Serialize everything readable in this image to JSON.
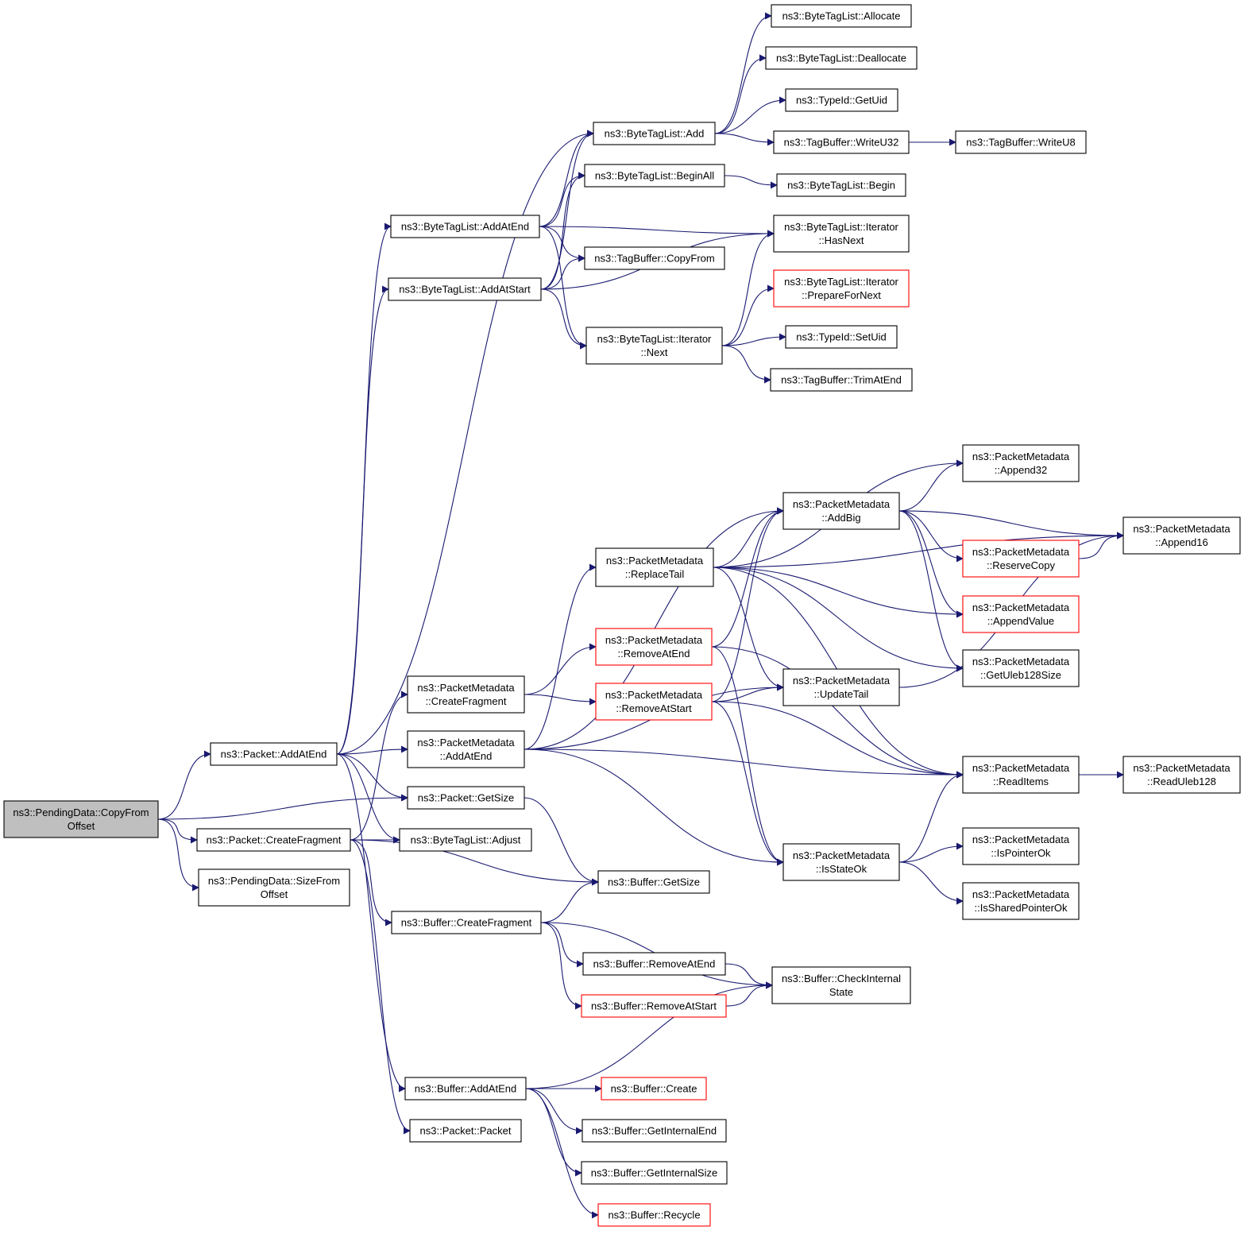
{
  "colors": {
    "edge": "#191970",
    "node_border": "#000000",
    "node_border_incomplete": "#ff0000",
    "root_fill": "#bfbfbf",
    "node_fill": "#ffffff"
  },
  "nodes": [
    {
      "id": "pd_copyfrom",
      "lines": [
        "ns3::PendingData::CopyFrom",
        "Offset"
      ],
      "kind": "root"
    },
    {
      "id": "pkt_addatend",
      "lines": [
        "ns3::Packet::AddAtEnd"
      ],
      "kind": "normal"
    },
    {
      "id": "pkt_createfrag",
      "lines": [
        "ns3::Packet::CreateFragment"
      ],
      "kind": "normal"
    },
    {
      "id": "pd_sizefrom",
      "lines": [
        "ns3::PendingData::SizeFrom",
        "Offset"
      ],
      "kind": "normal"
    },
    {
      "id": "btl_addatend",
      "lines": [
        "ns3::ByteTagList::AddAtEnd"
      ],
      "kind": "normal"
    },
    {
      "id": "btl_addatstart",
      "lines": [
        "ns3::ByteTagList::AddAtStart"
      ],
      "kind": "normal"
    },
    {
      "id": "pm_createfrag",
      "lines": [
        "ns3::PacketMetadata",
        "::CreateFragment"
      ],
      "kind": "normal"
    },
    {
      "id": "pm_addatend",
      "lines": [
        "ns3::PacketMetadata",
        "::AddAtEnd"
      ],
      "kind": "normal"
    },
    {
      "id": "pkt_getsize",
      "lines": [
        "ns3::Packet::GetSize"
      ],
      "kind": "normal"
    },
    {
      "id": "btl_adjust",
      "lines": [
        "ns3::ByteTagList::Adjust"
      ],
      "kind": "normal"
    },
    {
      "id": "buf_createfrag",
      "lines": [
        "ns3::Buffer::CreateFragment"
      ],
      "kind": "normal"
    },
    {
      "id": "buf_addatend",
      "lines": [
        "ns3::Buffer::AddAtEnd"
      ],
      "kind": "normal"
    },
    {
      "id": "pkt_packet",
      "lines": [
        "ns3::Packet::Packet"
      ],
      "kind": "normal"
    },
    {
      "id": "btl_add",
      "lines": [
        "ns3::ByteTagList::Add"
      ],
      "kind": "normal"
    },
    {
      "id": "btl_beginall",
      "lines": [
        "ns3::ByteTagList::BeginAll"
      ],
      "kind": "normal"
    },
    {
      "id": "tb_copyfrom",
      "lines": [
        "ns3::TagBuffer::CopyFrom"
      ],
      "kind": "normal"
    },
    {
      "id": "btli_next",
      "lines": [
        "ns3::ByteTagList::Iterator",
        "::Next"
      ],
      "kind": "normal"
    },
    {
      "id": "pm_replacetail",
      "lines": [
        "ns3::PacketMetadata",
        "::ReplaceTail"
      ],
      "kind": "normal"
    },
    {
      "id": "pm_removeatend",
      "lines": [
        "ns3::PacketMetadata",
        "::RemoveAtEnd"
      ],
      "kind": "incomplete"
    },
    {
      "id": "pm_removeatstart",
      "lines": [
        "ns3::PacketMetadata",
        "::RemoveAtStart"
      ],
      "kind": "incomplete"
    },
    {
      "id": "buf_getsize",
      "lines": [
        "ns3::Buffer::GetSize"
      ],
      "kind": "normal"
    },
    {
      "id": "buf_removeatend",
      "lines": [
        "ns3::Buffer::RemoveAtEnd"
      ],
      "kind": "normal"
    },
    {
      "id": "buf_removeatstart",
      "lines": [
        "ns3::Buffer::RemoveAtStart"
      ],
      "kind": "incomplete"
    },
    {
      "id": "buf_create",
      "lines": [
        "ns3::Buffer::Create"
      ],
      "kind": "incomplete"
    },
    {
      "id": "buf_getinternalend",
      "lines": [
        "ns3::Buffer::GetInternalEnd"
      ],
      "kind": "normal"
    },
    {
      "id": "buf_getinternalsize",
      "lines": [
        "ns3::Buffer::GetInternalSize"
      ],
      "kind": "normal"
    },
    {
      "id": "buf_recycle",
      "lines": [
        "ns3::Buffer::Recycle"
      ],
      "kind": "incomplete"
    },
    {
      "id": "btl_allocate",
      "lines": [
        "ns3::ByteTagList::Allocate"
      ],
      "kind": "normal"
    },
    {
      "id": "btl_deallocate",
      "lines": [
        "ns3::ByteTagList::Deallocate"
      ],
      "kind": "normal"
    },
    {
      "id": "tid_getuid",
      "lines": [
        "ns3::TypeId::GetUid"
      ],
      "kind": "normal"
    },
    {
      "id": "tb_writeu32",
      "lines": [
        "ns3::TagBuffer::WriteU32"
      ],
      "kind": "normal"
    },
    {
      "id": "btl_begin",
      "lines": [
        "ns3::ByteTagList::Begin"
      ],
      "kind": "normal"
    },
    {
      "id": "btli_hasnext",
      "lines": [
        "ns3::ByteTagList::Iterator",
        "::HasNext"
      ],
      "kind": "normal"
    },
    {
      "id": "btli_preparefornext",
      "lines": [
        "ns3::ByteTagList::Iterator",
        "::PrepareForNext"
      ],
      "kind": "incomplete"
    },
    {
      "id": "tid_setuid",
      "lines": [
        "ns3::TypeId::SetUid"
      ],
      "kind": "normal"
    },
    {
      "id": "tb_trimatend",
      "lines": [
        "ns3::TagBuffer::TrimAtEnd"
      ],
      "kind": "normal"
    },
    {
      "id": "pm_addbig",
      "lines": [
        "ns3::PacketMetadata",
        "::AddBig"
      ],
      "kind": "normal"
    },
    {
      "id": "pm_updatetail",
      "lines": [
        "ns3::PacketMetadata",
        "::UpdateTail"
      ],
      "kind": "normal"
    },
    {
      "id": "pm_isstateok",
      "lines": [
        "ns3::PacketMetadata",
        "::IsStateOk"
      ],
      "kind": "normal"
    },
    {
      "id": "buf_checkinternal",
      "lines": [
        "ns3::Buffer::CheckInternal",
        "State"
      ],
      "kind": "normal"
    },
    {
      "id": "tb_writeu8",
      "lines": [
        "ns3::TagBuffer::WriteU8"
      ],
      "kind": "normal"
    },
    {
      "id": "pm_append32",
      "lines": [
        "ns3::PacketMetadata",
        "::Append32"
      ],
      "kind": "normal"
    },
    {
      "id": "pm_reservecopy",
      "lines": [
        "ns3::PacketMetadata",
        "::ReserveCopy"
      ],
      "kind": "incomplete"
    },
    {
      "id": "pm_appendvalue",
      "lines": [
        "ns3::PacketMetadata",
        "::AppendValue"
      ],
      "kind": "incomplete"
    },
    {
      "id": "pm_getuleb128size",
      "lines": [
        "ns3::PacketMetadata",
        "::GetUleb128Size"
      ],
      "kind": "normal"
    },
    {
      "id": "pm_readitems",
      "lines": [
        "ns3::PacketMetadata",
        "::ReadItems"
      ],
      "kind": "normal"
    },
    {
      "id": "pm_ispointerok",
      "lines": [
        "ns3::PacketMetadata",
        "::IsPointerOk"
      ],
      "kind": "normal"
    },
    {
      "id": "pm_issharedpointerok",
      "lines": [
        "ns3::PacketMetadata",
        "::IsSharedPointerOk"
      ],
      "kind": "normal"
    },
    {
      "id": "pm_append16",
      "lines": [
        "ns3::PacketMetadata",
        "::Append16"
      ],
      "kind": "normal"
    },
    {
      "id": "pm_readuleb128",
      "lines": [
        "ns3::PacketMetadata",
        "::ReadUleb128"
      ],
      "kind": "normal"
    }
  ],
  "edges": [
    [
      "pd_copyfrom",
      "pkt_addatend"
    ],
    [
      "pd_copyfrom",
      "pkt_getsize"
    ],
    [
      "pd_copyfrom",
      "pkt_createfrag"
    ],
    [
      "pd_copyfrom",
      "pd_sizefrom"
    ],
    [
      "pkt_addatend",
      "btl_add"
    ],
    [
      "pkt_addatend",
      "btl_addatend"
    ],
    [
      "pkt_addatend",
      "btl_addatstart"
    ],
    [
      "pkt_addatend",
      "pm_addatend"
    ],
    [
      "pkt_addatend",
      "pkt_getsize"
    ],
    [
      "pkt_addatend",
      "btl_adjust"
    ],
    [
      "pkt_addatend",
      "buf_addatend"
    ],
    [
      "pkt_createfrag",
      "pm_createfrag"
    ],
    [
      "pkt_createfrag",
      "btl_adjust"
    ],
    [
      "pkt_createfrag",
      "buf_getsize"
    ],
    [
      "pkt_createfrag",
      "buf_createfrag"
    ],
    [
      "pkt_createfrag",
      "pkt_packet"
    ],
    [
      "btl_addatend",
      "btl_add"
    ],
    [
      "btl_addatend",
      "btl_beginall"
    ],
    [
      "btl_addatend",
      "btli_hasnext"
    ],
    [
      "btl_addatend",
      "tb_copyfrom"
    ],
    [
      "btl_addatend",
      "btli_next"
    ],
    [
      "btl_addatstart",
      "btl_add"
    ],
    [
      "btl_addatstart",
      "btl_beginall"
    ],
    [
      "btl_addatstart",
      "tb_copyfrom"
    ],
    [
      "btl_addatstart",
      "btli_hasnext"
    ],
    [
      "btl_addatstart",
      "btli_next"
    ],
    [
      "btl_add",
      "btl_allocate"
    ],
    [
      "btl_add",
      "btl_deallocate"
    ],
    [
      "btl_add",
      "tid_getuid"
    ],
    [
      "btl_add",
      "tb_writeu32"
    ],
    [
      "tb_writeu32",
      "tb_writeu8"
    ],
    [
      "btl_beginall",
      "btl_begin"
    ],
    [
      "btli_next",
      "btli_hasnext"
    ],
    [
      "btli_next",
      "btli_preparefornext"
    ],
    [
      "btli_next",
      "tid_setuid"
    ],
    [
      "btli_next",
      "tb_trimatend"
    ],
    [
      "pm_createfrag",
      "pm_removeatend"
    ],
    [
      "pm_createfrag",
      "pm_removeatstart"
    ],
    [
      "pm_addatend",
      "pm_replacetail"
    ],
    [
      "pm_addatend",
      "pm_addbig"
    ],
    [
      "pm_addatend",
      "pm_updatetail"
    ],
    [
      "pm_addatend",
      "pm_readitems"
    ],
    [
      "pm_addatend",
      "pm_isstateok"
    ],
    [
      "pm_replacetail",
      "pm_append16"
    ],
    [
      "pm_replacetail",
      "pm_append32"
    ],
    [
      "pm_replacetail",
      "pm_addbig"
    ],
    [
      "pm_replacetail",
      "pm_appendvalue"
    ],
    [
      "pm_replacetail",
      "pm_getuleb128size"
    ],
    [
      "pm_replacetail",
      "pm_updatetail"
    ],
    [
      "pm_replacetail",
      "pm_readitems"
    ],
    [
      "pm_removeatend",
      "pm_addbig"
    ],
    [
      "pm_removeatend",
      "pm_readitems"
    ],
    [
      "pm_removeatend",
      "pm_isstateok"
    ],
    [
      "pm_removeatstart",
      "pm_addbig"
    ],
    [
      "pm_removeatstart",
      "pm_updatetail"
    ],
    [
      "pm_removeatstart",
      "pm_readitems"
    ],
    [
      "pm_removeatstart",
      "pm_isstateok"
    ],
    [
      "pm_addbig",
      "pm_append32"
    ],
    [
      "pm_addbig",
      "pm_append16"
    ],
    [
      "pm_addbig",
      "pm_reservecopy"
    ],
    [
      "pm_addbig",
      "pm_appendvalue"
    ],
    [
      "pm_addbig",
      "pm_getuleb128size"
    ],
    [
      "pm_reservecopy",
      "pm_append16"
    ],
    [
      "pm_updatetail",
      "pm_append16"
    ],
    [
      "pm_readitems",
      "pm_readuleb128"
    ],
    [
      "pm_isstateok",
      "pm_readitems"
    ],
    [
      "pm_isstateok",
      "pm_ispointerok"
    ],
    [
      "pm_isstateok",
      "pm_issharedpointerok"
    ],
    [
      "pkt_getsize",
      "buf_getsize"
    ],
    [
      "buf_createfrag",
      "buf_getsize"
    ],
    [
      "buf_createfrag",
      "buf_checkinternal"
    ],
    [
      "buf_createfrag",
      "buf_removeatend"
    ],
    [
      "buf_createfrag",
      "buf_removeatstart"
    ],
    [
      "buf_removeatend",
      "buf_checkinternal"
    ],
    [
      "buf_removeatstart",
      "buf_checkinternal"
    ],
    [
      "buf_addatend",
      "buf_checkinternal"
    ],
    [
      "buf_addatend",
      "buf_create"
    ],
    [
      "buf_addatend",
      "buf_getinternalend"
    ],
    [
      "buf_addatend",
      "buf_getinternalsize"
    ],
    [
      "buf_addatend",
      "buf_recycle"
    ]
  ]
}
